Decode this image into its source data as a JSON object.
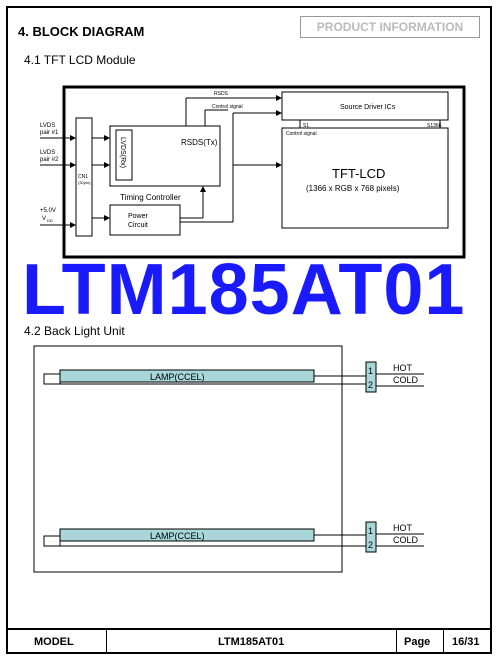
{
  "header": {
    "section_title": "4. BLOCK DIAGRAM",
    "product_info": "PRODUCT INFORMATION"
  },
  "tft_module": {
    "title": "4.1  TFT LCD Module",
    "lvds1": [
      "LVDS",
      "pair #1"
    ],
    "lvds2": [
      "LVDS",
      "pair #2"
    ],
    "power_in": "+5.0V",
    "power_in_sub": "V",
    "power_in_sub2": "DD",
    "cn1": [
      "CN1",
      "(30pin)"
    ],
    "lvds_rx": "LVDS(Rx)",
    "rsds_tx": "RSDS(Tx)",
    "timing_controller": "Timing Controller",
    "power_circuit": [
      "Power",
      "Circuit"
    ],
    "rsds_label": "RSDS",
    "control_signal_top": "Control signal",
    "source_driver": "Source  Driver ICs",
    "s1": "S1",
    "s1366": "S1366",
    "control_signal_panel": "Control signal",
    "tft_lcd": "TFT-LCD",
    "tft_res": "(1366 x RGB x 768 pixels)"
  },
  "watermark": "LTM185AT01",
  "backlight": {
    "title": "4.2  Back Light Unit",
    "lamp_top": "LAMP(CCEL)",
    "lamp_bottom": "LAMP(CCEL)",
    "pin1": "1",
    "pin2": "2",
    "hot": "HOT",
    "cold": "COLD"
  },
  "footer": {
    "model_label": "MODEL",
    "model_value": "LTM185AT01",
    "page_label": "Page",
    "page_value": "16/31"
  },
  "colors": {
    "watermark": "#1a1aff",
    "lamp_fill": "#a9d6d9",
    "connector_fill": "#a9d6d9"
  }
}
